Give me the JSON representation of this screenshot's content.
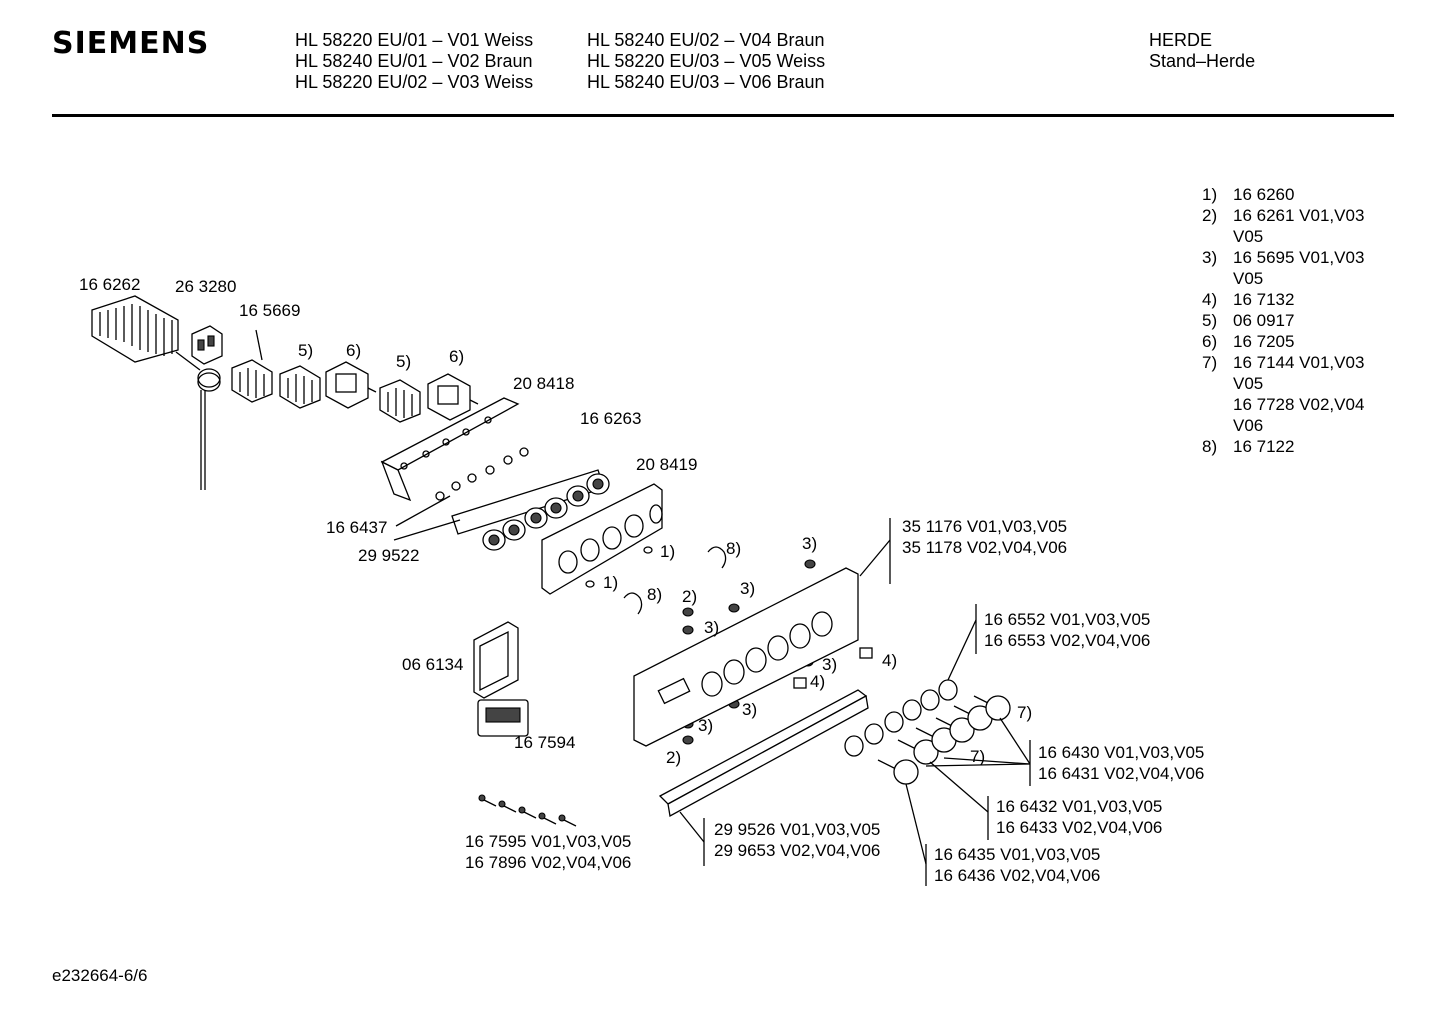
{
  "header": {
    "brand": "SIEMENS",
    "models_col1": [
      "HL 58220 EU/01 – V01 Weiss",
      "HL 58240 EU/01 – V02 Braun",
      "HL 58220 EU/02 – V03 Weiss"
    ],
    "models_col2": [
      "HL 58240 EU/02 – V04 Braun",
      "HL 58220 EU/03 – V05 Weiss",
      "HL 58240 EU/03 – V06 Braun"
    ],
    "category": "HERDE",
    "subcategory": "Stand–Herde"
  },
  "legend": [
    {
      "key": "1)",
      "lines": [
        "16 6260"
      ]
    },
    {
      "key": "2)",
      "lines": [
        "16 6261 V01,V03",
        "V05"
      ]
    },
    {
      "key": "3)",
      "lines": [
        "16 5695 V01,V03",
        "V05"
      ]
    },
    {
      "key": "4)",
      "lines": [
        "16 7132"
      ]
    },
    {
      "key": "5)",
      "lines": [
        "06 0917"
      ]
    },
    {
      "key": "6)",
      "lines": [
        "16 7205"
      ]
    },
    {
      "key": "7)",
      "lines": [
        "16 7144 V01,V03",
        "V05",
        "16 7728 V02,V04",
        "V06"
      ]
    },
    {
      "key": "8)",
      "lines": [
        "16 7122"
      ]
    }
  ],
  "labels": {
    "p166262": "16 6262",
    "p263280": "26 3280",
    "p165669": "16 5669",
    "n5a": "5)",
    "n6a": "6)",
    "n5b": "5)",
    "n6b": "6)",
    "p208418": "20 8418",
    "p166263": "16 6263",
    "p208419": "20 8419",
    "p166437": "16 6437",
    "p299522": "29 9522",
    "n1a": "1)",
    "n8a": "8)",
    "n3a": "3)",
    "n1b": "1)",
    "n8b": "8)",
    "n2a": "2)",
    "n3b": "3)",
    "n3c": "3)",
    "p351176": "35 1176 V01,V03,V05",
    "p351178": "35 1178 V02,V04,V06",
    "p066134": "06 6134",
    "p167594": "16 7594",
    "n4a": "4)",
    "n3d": "3)",
    "n4b": "4)",
    "n3e": "3)",
    "n3f": "3)",
    "n2b": "2)",
    "p166552": "16  6552 V01,V03,V05",
    "p166553": "16 6553 V02,V04,V06",
    "n7a": "7)",
    "n7b": "7)",
    "p166430": "16  6430 V01,V03,V05",
    "p166431": "16 6431 V02,V04,V06",
    "p166432": "16  6432 V01,V03,V05",
    "p166433": "16 6433 V02,V04,V06",
    "p166435": "16  6435 V01,V03,V05",
    "p166436": "16 6436 V02,V04,V06",
    "p299526": "29  9526 V01,V03,V05",
    "p299653": "29 9653 V02,V04,V06",
    "p167595": "16 7595 V01,V03,V05",
    "p167896": "16 7896 V02,V04,V06"
  },
  "footer": "e232664-6/6"
}
